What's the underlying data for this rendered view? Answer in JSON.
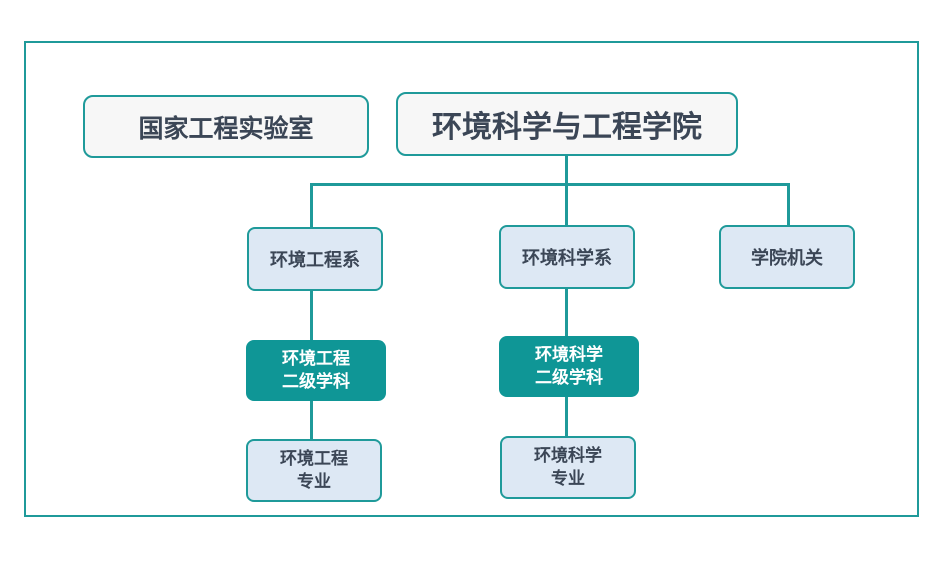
{
  "diagram": {
    "lab": "国家工程实验室",
    "college": "环境科学与工程学院",
    "departments": [
      {
        "name": "环境工程系",
        "discipline": [
          "环境工程",
          "二级学科"
        ],
        "major": [
          "环境工程",
          "专业"
        ]
      },
      {
        "name": "环境科学系",
        "discipline": [
          "环境科学",
          "二级学科"
        ],
        "major": [
          "环境科学",
          "专业"
        ]
      },
      {
        "name": "学院机关"
      }
    ]
  },
  "colors": {
    "accent": "#1f9a9a",
    "teal_fill": "#0f9696",
    "light_fill": "#dde8f4",
    "text": "#3b4656"
  }
}
